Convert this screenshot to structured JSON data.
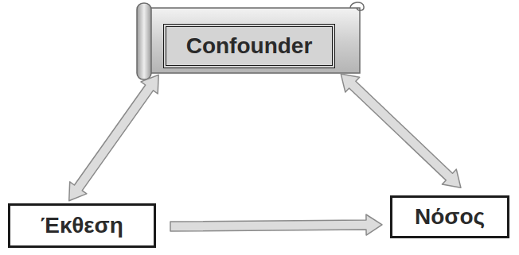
{
  "diagram": {
    "nodes": [
      {
        "text": [
          "Confounder"
        ]
      },
      {
        "text": [
          "Έκθεση"
        ]
      },
      {
        "text": [
          "Νόσος"
        ]
      }
    ],
    "edges": [
      {
        "from": 0,
        "to": 1,
        "arrow": "both"
      },
      {
        "from": 0,
        "to": 2,
        "arrow": "both"
      },
      {
        "from": 1,
        "to": 2,
        "arrow": "to"
      }
    ]
  }
}
